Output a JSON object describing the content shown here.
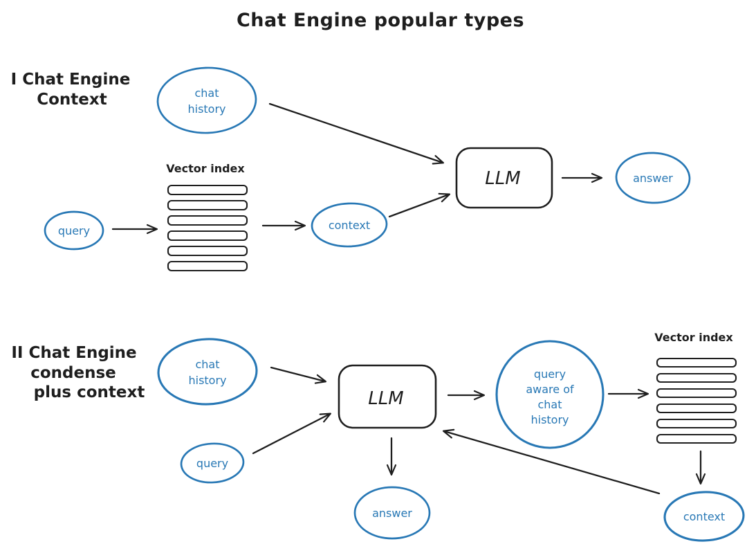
{
  "title": "Chat Engine popular types",
  "colors": {
    "ink": "#1e1e1e",
    "accent_blue": "#2878b5",
    "background": "#ffffff"
  },
  "diagram1": {
    "section_label": {
      "line1": "I Chat Engine",
      "line2": "Context"
    },
    "nodes": {
      "chat_history": {
        "line1": "chat",
        "line2": "history"
      },
      "query": {
        "label": "query"
      },
      "vector_index": {
        "label": "Vector index",
        "bar_count": 6
      },
      "context": {
        "label": "context"
      },
      "llm": {
        "label": "LLM"
      },
      "answer": {
        "label": "answer"
      }
    },
    "edges": [
      "chat_history -> llm",
      "query -> vector_index",
      "vector_index -> context",
      "context -> llm",
      "llm -> answer"
    ]
  },
  "diagram2": {
    "section_label": {
      "line1": "II Chat Engine",
      "line2": "condense",
      "line3": "plus context"
    },
    "nodes": {
      "chat_history": {
        "line1": "chat",
        "line2": "history"
      },
      "query": {
        "label": "query"
      },
      "llm": {
        "label": "LLM"
      },
      "query_aware": {
        "line1": "query",
        "line2": "aware of",
        "line3": "chat",
        "line4": "history"
      },
      "vector_index": {
        "label": "Vector index",
        "bar_count": 6
      },
      "context": {
        "label": "context"
      },
      "answer": {
        "label": "answer"
      }
    },
    "edges": [
      "chat_history -> llm",
      "query -> llm",
      "llm -> query_aware",
      "query_aware -> vector_index",
      "vector_index -> context",
      "context -> llm",
      "llm -> answer"
    ]
  }
}
